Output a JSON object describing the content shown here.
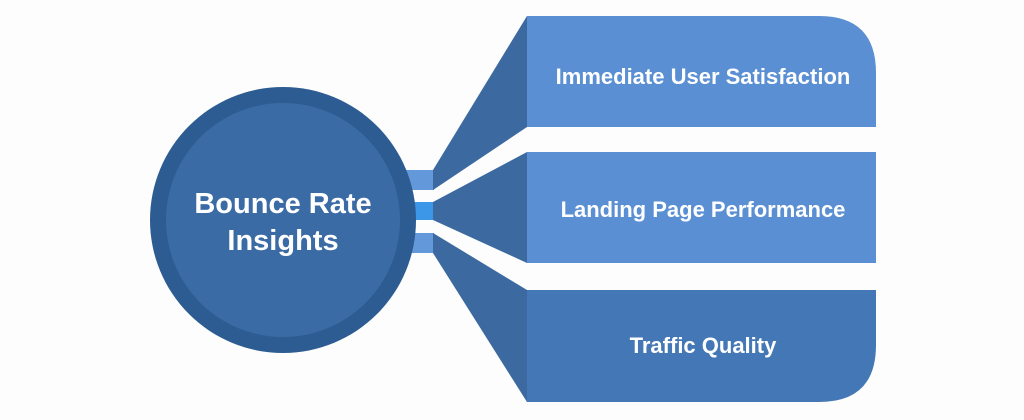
{
  "diagram": {
    "title": {
      "line1": "Bounce Rate",
      "line2": "Insights"
    },
    "branches": [
      {
        "label": "Immediate User Satisfaction"
      },
      {
        "label": "Landing Page Performance"
      },
      {
        "label": "Traffic Quality"
      }
    ]
  },
  "colors": {
    "background": "#fcfdfc",
    "circle_outer": "#2d5c93",
    "circle_inner": "#3a6ba5",
    "box_light": "#5a8fd3",
    "box_dark": "#4377b5",
    "wedge": "#3c699f",
    "stripe_light": "#6399da",
    "stripe_bright": "#3d97e8",
    "label_text": "#ffffff"
  }
}
